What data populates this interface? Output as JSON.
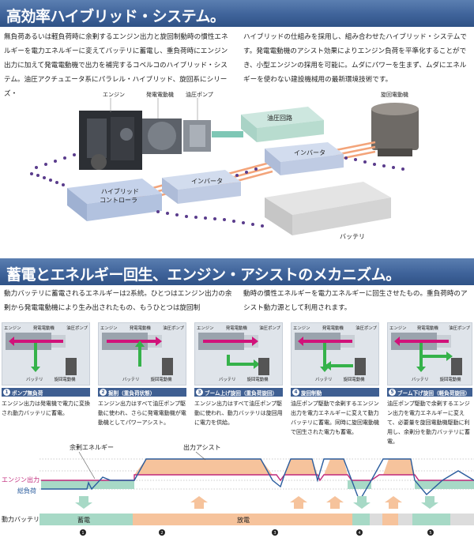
{
  "section1": {
    "title": "高効率ハイブリッド・システム。",
    "body_left": "無負荷あるいは軽負荷時に余剰するエンジン出力と旋回制動時の慣性エネルギーを電力エネルギーに変えてバッテリに蓄電し、重負荷時にエンジン出力に加えて発電電動機で出力を補完するコベルコのハイブリッド・システム。油圧アクチュエータ系にパラレル・ハイブリッド、旋回系にシリーズ・",
    "body_right": "ハイブリッドの仕組みを採用し、組み合わせたハイブリッド・システムです。発電電動機のアシスト効果によりエンジン負荷を平準化することができ、小型エンジンの採用を可能に。ムダにパワーを生まず、ムダにエネルギーを使わない建設機械用の最新環境技術です。"
  },
  "diagram": {
    "engine": "エンジン",
    "generator_motor": "発電電動機",
    "hydraulic_pump": "油圧ポンプ",
    "hydraulic_circuit": "油圧回路",
    "swing_motor": "旋回電動機",
    "inverter_1": "インバータ",
    "inverter_2": "インバータ",
    "hybrid_controller_1": "ハイブリッド",
    "hybrid_controller_2": "コントローラ",
    "battery": "バッテリ"
  },
  "section2": {
    "title": "蓄電とエネルギー回生、エンジン・アシストのメカニズム。",
    "body_left": "動力バッテリに蓄電されるエネルギーは2系統。ひとつはエンジン出力の余剰から発電電動機により生み出されたもの、もうひとつは旋回制",
    "body_right": "動時の慣性エネルギーを電力エネルギーに回生させたもの。重負荷時のアシスト動力源として利用されます。"
  },
  "panel_labels": {
    "engine": "エンジン",
    "generator": "発電電動機",
    "pump": "油圧ポンプ",
    "battery": "バッテリ",
    "swing": "旋回電動機"
  },
  "panels": [
    {
      "num": "1",
      "caption": "ポンプ無負荷",
      "desc": "エンジン出力は発電機で電力に変換され動力バッテリに蓄電。"
    },
    {
      "num": "2",
      "caption": "掘削（重負荷状態）",
      "desc": "エンジン出力はすべて油圧ポンプ駆動に使われ、さらに発電電動機が電動機としてパワーアシスト。"
    },
    {
      "num": "3",
      "caption": "ブーム上げ旋回（重負荷旋回）",
      "desc": "エンジン出力はすべて油圧ポンプ駆動に使われ、動力バッテリは旋回用に電力を供給。"
    },
    {
      "num": "4",
      "caption": "旋回制動",
      "desc": "油圧ポンプ駆動で余剰するエンジン出力を電力エネルギーに変えて動力バッテリに蓄電。同時に旋回電動機で回生された電力も蓄電。"
    },
    {
      "num": "5",
      "caption": "ブーム下げ旋回（軽負荷旋回）",
      "desc": "油圧ポンプ駆動で余剰するエンジン出力を電力エネルギーに変えて、必要量を旋回電動機駆動に利用し、余剰分を動力バッテリに蓄電。"
    }
  ],
  "chart": {
    "surplus_label": "余剰エネルギー",
    "assist_label": "出力アシスト",
    "engine_output_label": "エンジン出力",
    "total_load_label": "総負荷",
    "battery_label": "動力バッテリ",
    "charge_label": "蓄電",
    "discharge_label": "放電",
    "step_numbers": [
      "1",
      "2",
      "3",
      "4",
      "5"
    ],
    "colors": {
      "charge": "#a7d9c6",
      "discharge": "#f6c39c",
      "idle": "#dcdcdc",
      "engine_line": "#c0287a",
      "load_line": "#2b5d9e"
    }
  }
}
